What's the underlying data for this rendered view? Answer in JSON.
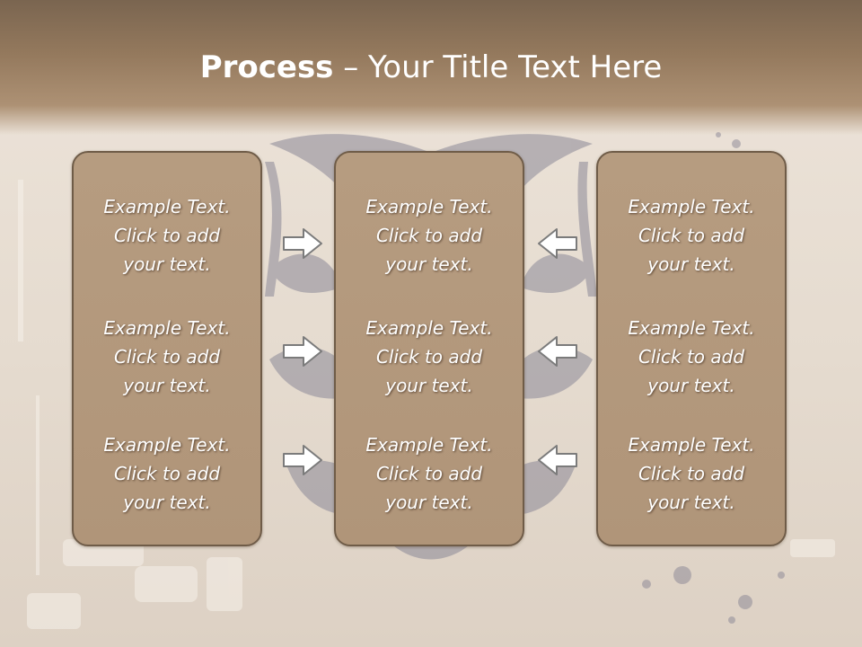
{
  "slide": {
    "title_bold": "Process",
    "title_rest": " – Your Title Text Here",
    "colors": {
      "header": "#94795d",
      "panel": "#b39a7e",
      "panel_border": "#6f5c48",
      "text": "#ffffff"
    }
  },
  "columns": [
    {
      "items": [
        {
          "line1": "Example Text.",
          "line2": "Click  to add",
          "line3": "your text."
        },
        {
          "line1": "Example Text.",
          "line2": "Click  to add",
          "line3": "your text."
        },
        {
          "line1": "Example Text.",
          "line2": "Click  to add",
          "line3": "your text."
        }
      ]
    },
    {
      "items": [
        {
          "line1": "Example Text.",
          "line2": "Click  to add",
          "line3": "your text."
        },
        {
          "line1": "Example Text.",
          "line2": "Click  to add",
          "line3": "your text."
        },
        {
          "line1": "Example Text.",
          "line2": "Click  to add",
          "line3": "your text."
        }
      ]
    },
    {
      "items": [
        {
          "line1": "Example Text.",
          "line2": "Click  to add",
          "line3": "your text."
        },
        {
          "line1": "Example Text.",
          "line2": "Click  to add",
          "line3": "your text."
        },
        {
          "line1": "Example Text.",
          "line2": "Click  to add",
          "line3": "your text."
        }
      ]
    }
  ],
  "arrows": {
    "left_group": [
      "arrow-right-icon",
      "arrow-right-icon",
      "arrow-right-icon"
    ],
    "right_group": [
      "arrow-left-icon",
      "arrow-left-icon",
      "arrow-left-icon"
    ]
  }
}
